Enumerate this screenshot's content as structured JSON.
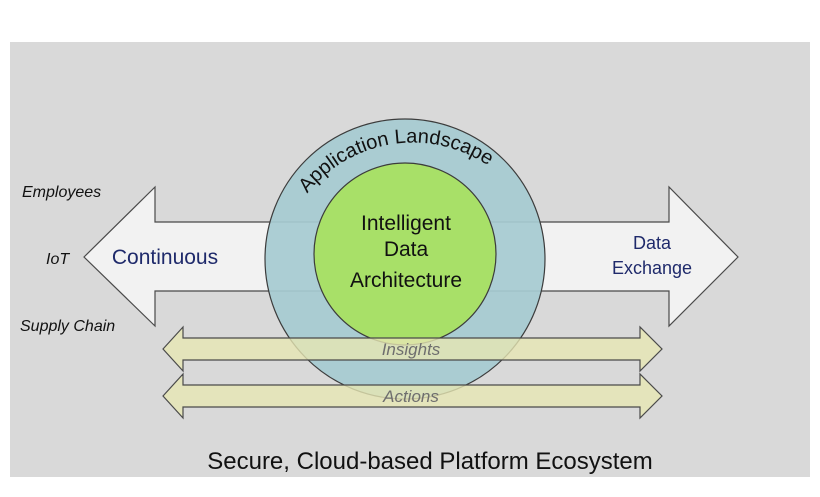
{
  "diagram": {
    "footer_title": "Secure, Cloud-based Platform Ecosystem",
    "left_labels": {
      "employees": "Employees",
      "iot": "IoT",
      "supply_chain": "Supply Chain"
    },
    "big_arrow": {
      "left_text": "Continuous",
      "right_text_line1": "Data",
      "right_text_line2": "Exchange"
    },
    "outer_circle": {
      "label": "Application Landscape"
    },
    "inner_circle": {
      "line1": "Intelligent",
      "line2": "Data",
      "line3": "Architecture"
    },
    "thin_arrows": {
      "insights": "Insights",
      "actions": "Actions"
    }
  },
  "colors": {
    "panel_background": "#d9d9d9",
    "big_arrow_fill": "#f2f2f2",
    "outer_circle_fill": "#a6cbd1",
    "inner_circle_fill": "#a8e068",
    "thin_arrow_fill": "#e6e6b3",
    "blue_text": "#1f2a6b",
    "insight_text": "#6e6e6e",
    "black_text": "#111111"
  }
}
